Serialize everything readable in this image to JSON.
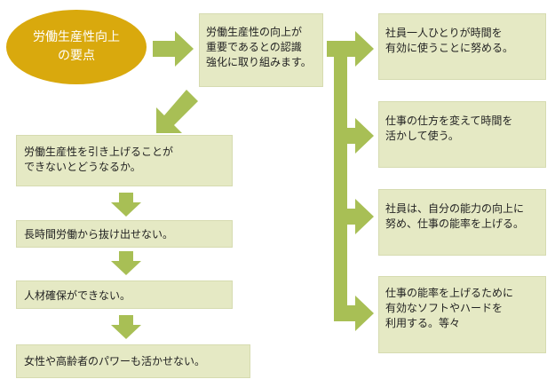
{
  "title_oval": "労働生産性向上\nの要点",
  "center_box": "労働生産性の向上が\n重要であるとの認識\n強化に取り組みます。",
  "left_flow": [
    "労働生産性を引き上げることが\nできないとどうなるか。",
    "長時間労働から抜け出せない。",
    "人材確保ができない。",
    "女性や高齢者のパワーも活かせない。"
  ],
  "right_list": [
    "社員一人ひとりが時間を\n有効に使うことに努める。",
    "仕事の仕方を変えて時間を\n活かして使う。",
    "社員は、自分の能力の向上に\n努め、仕事の能率を上げる。",
    "仕事の能率を上げるために\n有効なソフトやハードを\n利用する。等々"
  ],
  "colors": {
    "box_fill": "#e5e9c4",
    "arrow": "#a8bf55",
    "oval": "#d9a90d"
  }
}
